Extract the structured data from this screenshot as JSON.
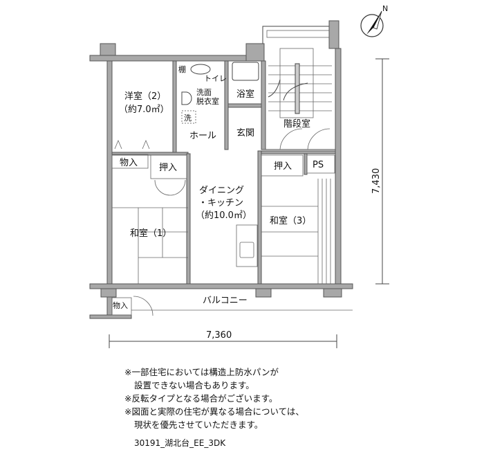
{
  "plan": {
    "rooms": {
      "western2": "洋室（2）",
      "western2_area": "（約7.0㎡）",
      "toilet": "トイレ",
      "shelf": "棚",
      "washroom_1": "洗面",
      "washroom_2": "脱衣室",
      "washer": "洗",
      "bath": "浴室",
      "entrance": "玄関",
      "hall": "ホール",
      "stairs": "階段室",
      "storage_left": "物入",
      "closet_left": "押入",
      "dk_1": "ダイニング",
      "dk_2": "・キッチン",
      "dk_area": "（約10.0㎡）",
      "closet_right": "押入",
      "ps": "PS",
      "japanese1": "和室（1）",
      "japanese3": "和室（3）",
      "balcony": "バルコニー",
      "storage_balcony": "物入"
    },
    "dimensions": {
      "width": "7,360",
      "depth": "7,430"
    },
    "compass_label": "N"
  },
  "notes": [
    "※一部住宅においては構造上防水パンが",
    "設置できない場合もあります。",
    "※反転タイプとなる場合がございます。",
    "※図面と実際の住宅が異なる場合については、",
    "現状を優先させていただきます。"
  ],
  "plan_code": "30191_湖北台_EE_3DK"
}
